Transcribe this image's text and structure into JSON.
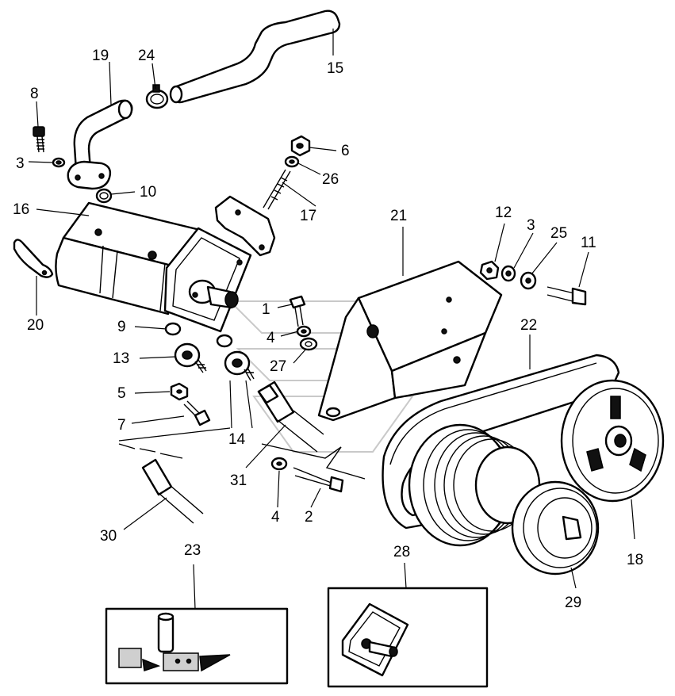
{
  "callouts": {
    "c1": "1",
    "c2": "2",
    "c3a": "3",
    "c3b": "3",
    "c4a": "4",
    "c4b": "4",
    "c5": "5",
    "c6": "6",
    "c7": "7",
    "c8": "8",
    "c9": "9",
    "c10": "10",
    "c11": "11",
    "c12": "12",
    "c13": "13",
    "c14": "14",
    "c15": "15",
    "c16": "16",
    "c17": "17",
    "c18": "18",
    "c19": "19",
    "c20": "20",
    "c21": "21",
    "c22": "22",
    "c23": "23",
    "c24": "24",
    "c25": "25",
    "c26": "26",
    "c27": "27",
    "c28": "28",
    "c29": "29",
    "c30": "30",
    "c31": "31"
  }
}
